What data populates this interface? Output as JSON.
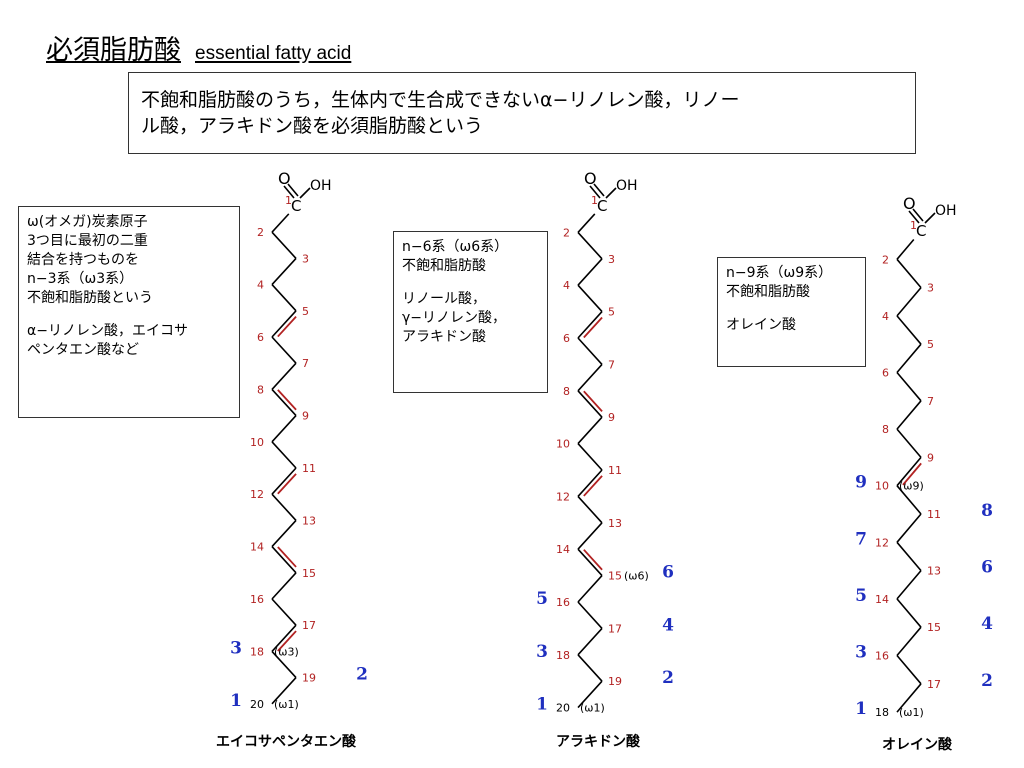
{
  "header": {
    "title": "必須脂肪酸",
    "subtitle": "essential fatty acid"
  },
  "intro": {
    "lines": [
      "不飽和脂肪酸のうち，生体内で生合成できないα−リノレン酸，リノー",
      "ル酸，アラキドン酸を必須脂肪酸という"
    ]
  },
  "notes": {
    "omega3": {
      "lines": [
        "ω(オメガ)炭素原子",
        "3つ目に最初の二重",
        "結合を持つものを",
        "n−3系（ω3系）",
        "不飽和脂肪酸という",
        "",
        "α−リノレン酸，エイコサ",
        "ペンタエン酸など"
      ]
    },
    "omega6": {
      "lines": [
        "n−6系（ω6系）",
        "不飽和脂肪酸",
        "",
        "リノール酸，",
        "γ−リノレン酸，",
        "アラキドン酸"
      ]
    },
    "omega9": {
      "lines": [
        "n−9系（ω9系）",
        "不飽和脂肪酸",
        "",
        "オレイン酸"
      ]
    }
  },
  "molecules": [
    {
      "name": "エイコサペンタエン酸",
      "carbons": 20,
      "double_bonds": [
        5,
        8,
        11,
        14,
        17
      ],
      "omega_labels": [
        {
          "carbon": 18,
          "text": "(ω3)"
        },
        {
          "carbon": 20,
          "text": "(ω1)"
        }
      ],
      "blue_numbers": [
        {
          "carbon": 18,
          "text": "3"
        },
        {
          "carbon": 19,
          "text": "2"
        },
        {
          "carbon": 20,
          "text": "1"
        }
      ]
    },
    {
      "name": "アラキドン酸",
      "carbons": 20,
      "double_bonds": [
        5,
        8,
        11,
        14
      ],
      "omega_labels": [
        {
          "carbon": 15,
          "text": "(ω6)"
        },
        {
          "carbon": 20,
          "text": "(ω1)"
        }
      ],
      "blue_numbers": [
        {
          "carbon": 15,
          "text": "6"
        },
        {
          "carbon": 16,
          "text": "5"
        },
        {
          "carbon": 17,
          "text": "4"
        },
        {
          "carbon": 18,
          "text": "3"
        },
        {
          "carbon": 19,
          "text": "2"
        },
        {
          "carbon": 20,
          "text": "1"
        }
      ]
    },
    {
      "name": "オレイン酸",
      "carbons": 18,
      "double_bonds": [
        9
      ],
      "omega_labels": [
        {
          "carbon": 10,
          "text": "(ω9)"
        },
        {
          "carbon": 18,
          "text": "(ω1)"
        }
      ],
      "blue_numbers": [
        {
          "carbon": 10,
          "text": "9"
        },
        {
          "carbon": 11,
          "text": "8"
        },
        {
          "carbon": 12,
          "text": "7"
        },
        {
          "carbon": 13,
          "text": "6"
        },
        {
          "carbon": 14,
          "text": "5"
        },
        {
          "carbon": 15,
          "text": "4"
        },
        {
          "carbon": 16,
          "text": "3"
        },
        {
          "carbon": 17,
          "text": "2"
        },
        {
          "carbon": 18,
          "text": "1"
        }
      ]
    }
  ],
  "atoms": {
    "oxygen": "O",
    "hydroxyl": "OH",
    "carbon": "C"
  },
  "colors": {
    "bond": "#000000",
    "double_bond": "#b22222",
    "locant": "#b22222",
    "omega_number": "#1f2fbf"
  }
}
